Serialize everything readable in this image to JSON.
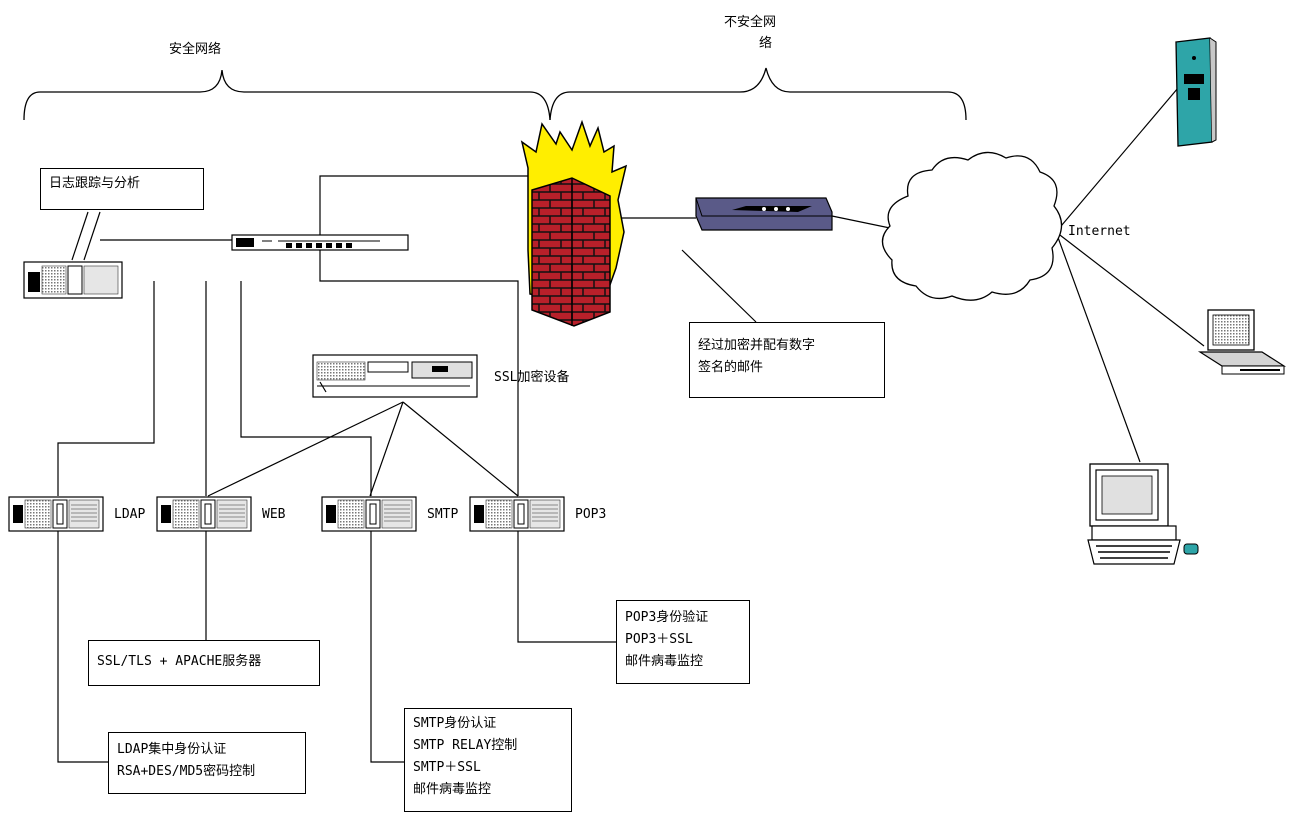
{
  "labels": {
    "secure_network": "安全网络",
    "insecure_network_line1": "不安全网",
    "insecure_network_line2": "络",
    "internet": "Internet",
    "ssl_device": "SSL加密设备",
    "ldap": "LDAP",
    "web": "WEB",
    "smtp": "SMTP",
    "pop3": "POP3"
  },
  "notes": {
    "log": "日志跟踪与分析",
    "encrypted_mail": [
      "经过加密并配有数字",
      "签名的邮件"
    ],
    "apache": "SSL/TLS + APACHE服务器",
    "pop3": [
      "POP3身份验证",
      "POP3＋SSL",
      "邮件病毒监控"
    ],
    "smtp": [
      "SMTP身份认证",
      "SMTP RELAY控制",
      "SMTP＋SSL",
      "邮件病毒监控"
    ],
    "ldap": [
      "LDAP集中身份认证",
      "RSA+DES/MD5密码控制"
    ]
  },
  "colors": {
    "firewall_brick": "#b8202a",
    "firewall_flame": "#ffee00",
    "router": "#5a5a88",
    "server_tower": "#2ea5a8",
    "device_gray": "#d4d4d4"
  }
}
